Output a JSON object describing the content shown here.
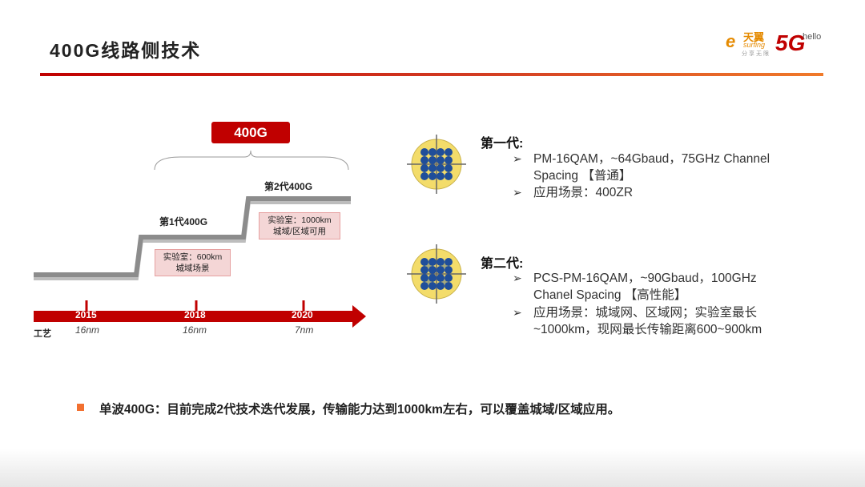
{
  "header": {
    "title": "400G线路侧技术",
    "logo": {
      "brand": "天翼",
      "sub": "surfing",
      "tagline": "分享无限",
      "mark": "5G",
      "hello": "hello"
    }
  },
  "timeline": {
    "badge": "400G",
    "gen1_label": "第1代400G",
    "gen2_label": "第2代400G",
    "gen1_note": [
      "实验室：600km",
      "城域场景"
    ],
    "gen2_note": [
      "实验室：1000km",
      "城域/区域可用"
    ],
    "years": [
      "2015",
      "2018",
      "2020"
    ],
    "process_label": "工艺",
    "process_nodes": [
      "16nm",
      "16nm",
      "7nm"
    ]
  },
  "generations": [
    {
      "heading": "第一代:",
      "bullets": [
        [
          "PM-16QAM，~64Gbaud，75GHz Channel",
          "Spacing 【普通】"
        ],
        [
          "应用场景：400ZR"
        ]
      ]
    },
    {
      "heading": "第二代:",
      "bullets": [
        [
          "PCS-PM-16QAM，~90Gbaud，100GHz",
          "Chanel Spacing 【高性能】"
        ],
        [
          "应用场景：城域网、区域网；实验室最长",
          "~1000km，现网最长传输距离600~900km"
        ]
      ]
    }
  ],
  "summary": "单波400G：目前完成2代技术迭代发展，传输能力达到1000km左右，可以覆盖城域/区域应用。",
  "colors": {
    "accent_red": "#c00000",
    "step_gray": "#8c8c8c",
    "note_fill": "#f4d6d6",
    "marker_orange": "#f27030",
    "dot_blue": "#1f4e9a",
    "dot_fill": "#e6c84a"
  }
}
